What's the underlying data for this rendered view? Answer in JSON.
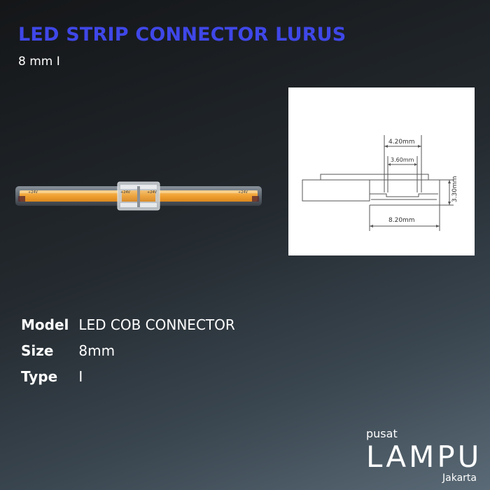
{
  "header": {
    "title": "LED STRIP CONNECTOR LURUS",
    "subtitle": "8 mm I",
    "title_color": "#3f47e8"
  },
  "product_image": {
    "strip_color": "#f2a43a",
    "strip_marks": [
      "+24V",
      "+24V",
      "+24V",
      "+24V"
    ]
  },
  "diagram": {
    "dimensions": [
      "4.20mm",
      "3.60mm",
      "8.20mm",
      "3.30mm"
    ]
  },
  "specs": [
    {
      "label": "Model",
      "value": "LED COB CONNECTOR"
    },
    {
      "label": "Size",
      "value": "8mm"
    },
    {
      "label": "Type",
      "value": "I"
    }
  ],
  "logo": {
    "top": "pusat",
    "main": "LAMPU",
    "bottom": "Jakarta"
  }
}
